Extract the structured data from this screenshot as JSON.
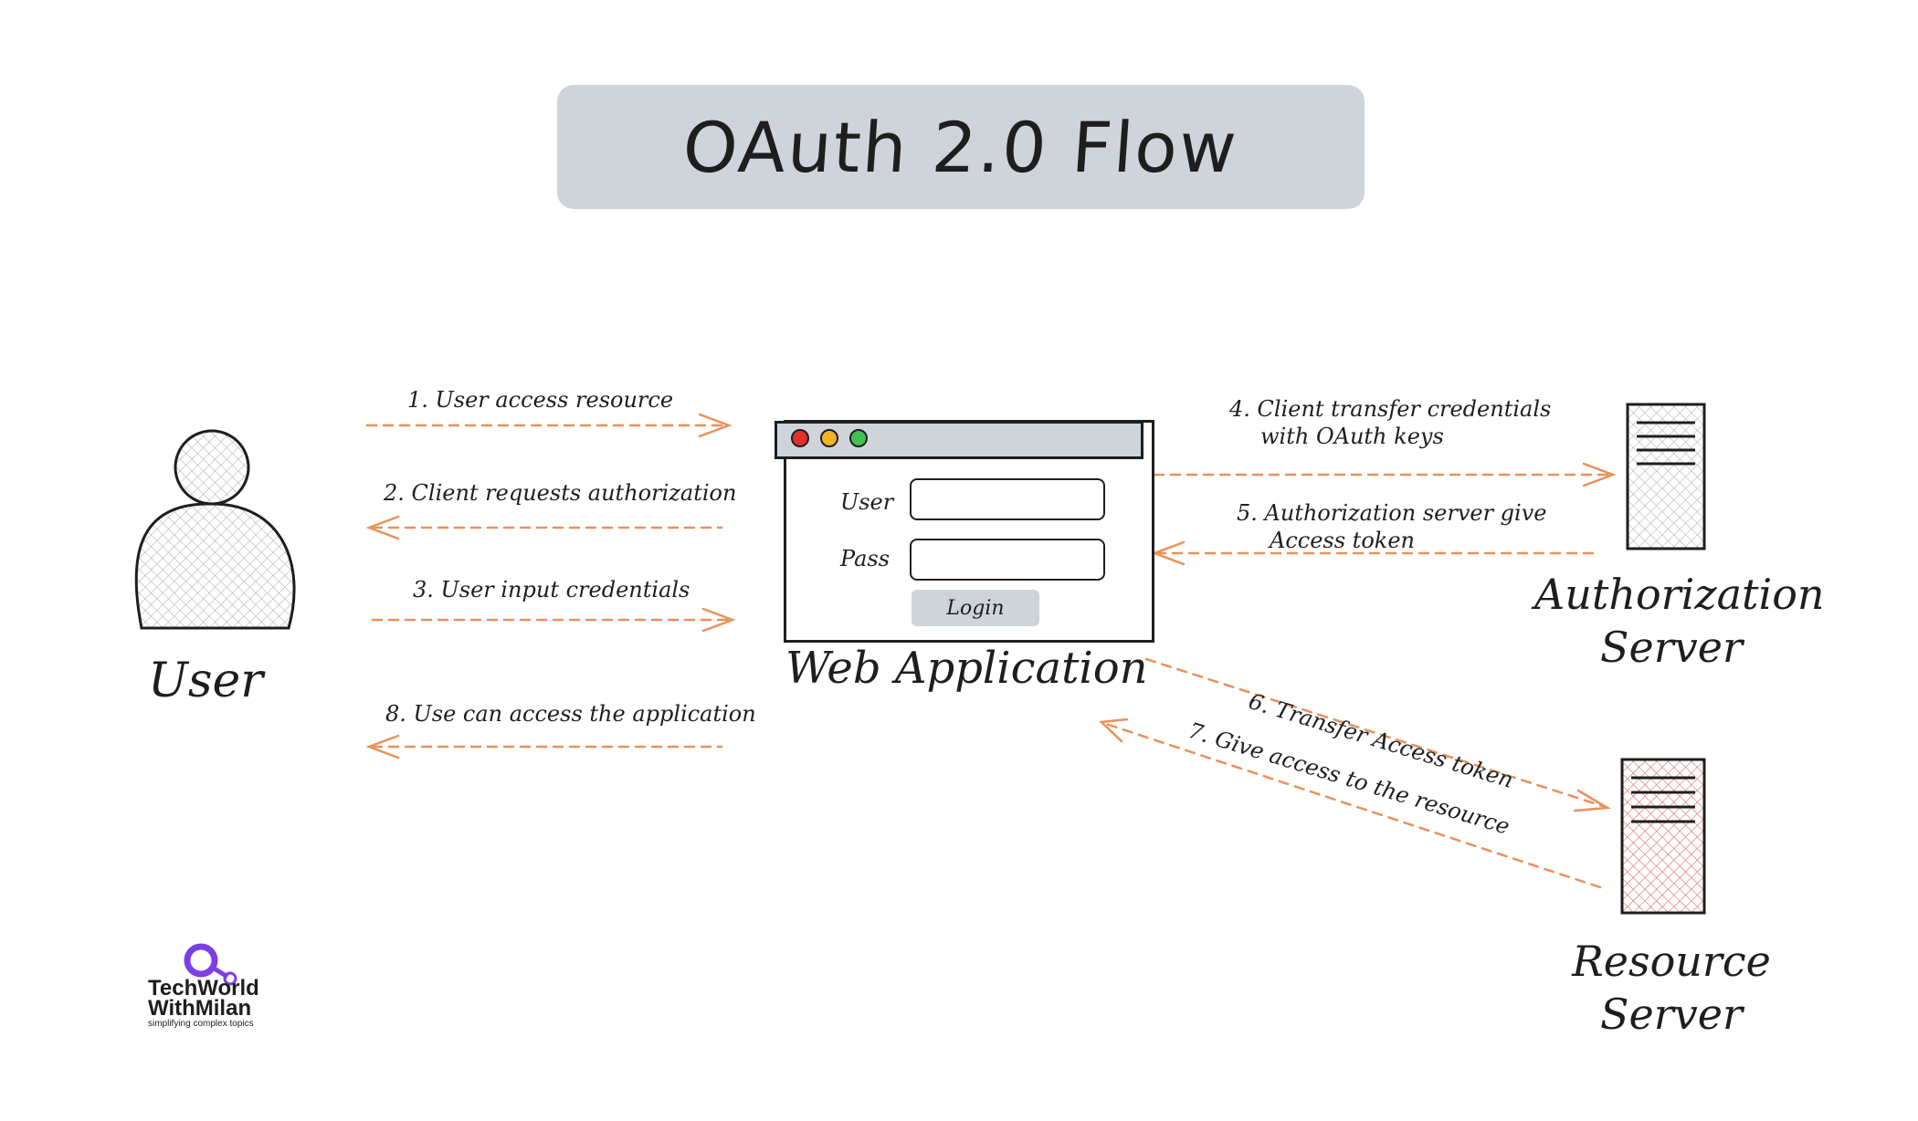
{
  "title": "OAuth 2.0 Flow",
  "actors": {
    "user": "User",
    "web_app": "Web Application",
    "auth_server": [
      "Authorization",
      "Server"
    ],
    "resource_server": [
      "Resource",
      "Server"
    ]
  },
  "login_form": {
    "user_label": "User",
    "pass_label": "Pass",
    "login_button": "Login"
  },
  "steps": {
    "s1": "1. User access resource",
    "s2": "2. Client requests authorization",
    "s3": "3. User input credentials",
    "s4_line1": "4. Client transfer credentials",
    "s4_line2": "with OAuth keys",
    "s5_line1": "5. Authorization server give",
    "s5_line2": "Access token",
    "s6": "6. Transfer Access token",
    "s7": "7. Give access to the resource",
    "s8": "8. Use can access the application"
  },
  "logo": {
    "line1": "TechWorld",
    "line2": "WithMilan",
    "tagline": "simplifying complex topics"
  },
  "colors": {
    "arrow": "#e8915a",
    "title_fill": "#ced4da",
    "resource_hatch": "#e06868",
    "dot_red": "#e03131",
    "dot_yellow": "#f0b429",
    "dot_green": "#40c057",
    "logo_purple": "#7b3fe4"
  }
}
